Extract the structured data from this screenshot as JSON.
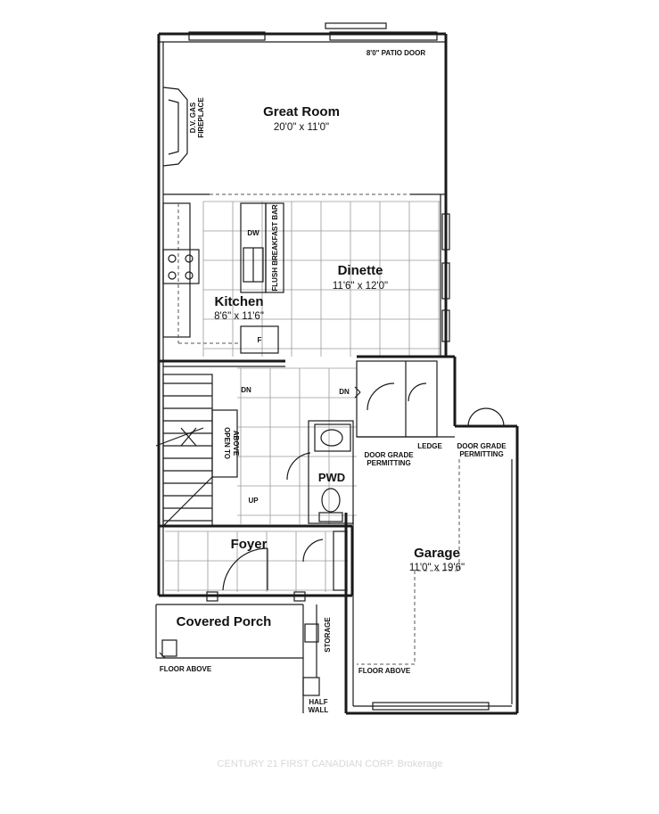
{
  "rooms": {
    "great_room": {
      "name": "Great Room",
      "dims": "20'0\" x 11'0\""
    },
    "dinette": {
      "name": "Dinette",
      "dims": "11'6\" x 12'0\""
    },
    "kitchen": {
      "name": "Kitchen",
      "dims": "8'6\" x 11'6\""
    },
    "garage": {
      "name": "Garage",
      "dims": "11'0\" x 19'6\""
    },
    "foyer": {
      "name": "Foyer"
    },
    "pwd": {
      "name": "PWD"
    },
    "covered_porch": {
      "name": "Covered Porch"
    }
  },
  "labels": {
    "patio_door": "8'0\" PATIO DOOR",
    "fireplace_line1": "D.V. GAS",
    "fireplace_line2": "FIREPLACE",
    "flush_bar": "FLUSH BREAKFAST BAR",
    "dw": "DW",
    "fridge": "F",
    "dn_stair": "DN",
    "dn_hall": "DN",
    "up": "UP",
    "open_to_line1": "OPEN TO",
    "open_to_line2": "ABOVE",
    "ledge": "LEDGE",
    "door_grade_1_line1": "DOOR GRADE",
    "door_grade_1_line2": "PERMITTING",
    "door_grade_2_line1": "DOOR GRADE",
    "door_grade_2_line2": "PERMITTING",
    "storage": "STORAGE",
    "floor_above_porch": "FLOOR ABOVE",
    "floor_above_garage": "FLOOR ABOVE",
    "half_wall_line1": "HALF",
    "half_wall_line2": "WALL"
  },
  "watermark": "CENTURY 21 FIRST CANADIAN CORP. Brokerage"
}
